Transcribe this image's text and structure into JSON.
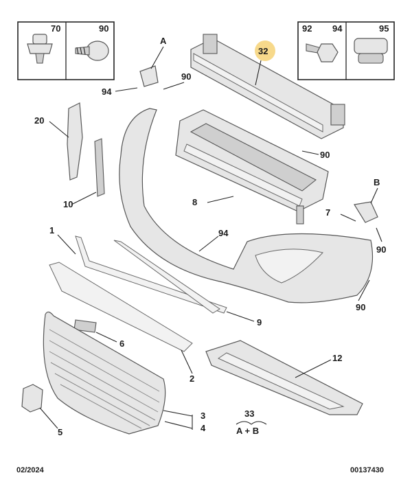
{
  "inset_left": {
    "labels": [
      "70",
      "90"
    ]
  },
  "inset_right": {
    "labels": [
      "92",
      "94",
      "95"
    ]
  },
  "callouts": [
    {
      "id": "c32",
      "text": "32",
      "highlight": true
    },
    {
      "id": "cA",
      "text": "A"
    },
    {
      "id": "c94a",
      "text": "94"
    },
    {
      "id": "c90a",
      "text": "90"
    },
    {
      "id": "c20",
      "text": "20"
    },
    {
      "id": "c90b",
      "text": "90"
    },
    {
      "id": "c10",
      "text": "10"
    },
    {
      "id": "c8",
      "text": "8"
    },
    {
      "id": "cB",
      "text": "B"
    },
    {
      "id": "c94b",
      "text": "94"
    },
    {
      "id": "c7",
      "text": "7"
    },
    {
      "id": "c1",
      "text": "1"
    },
    {
      "id": "c90c",
      "text": "90"
    },
    {
      "id": "c90d",
      "text": "90"
    },
    {
      "id": "c9",
      "text": "9"
    },
    {
      "id": "c6",
      "text": "6"
    },
    {
      "id": "c12",
      "text": "12"
    },
    {
      "id": "c2",
      "text": "2"
    },
    {
      "id": "c3",
      "text": "3"
    },
    {
      "id": "c4",
      "text": "4"
    },
    {
      "id": "c5",
      "text": "5"
    },
    {
      "id": "c33",
      "text": "33"
    }
  ],
  "kit_formula": "A + B",
  "footer": {
    "date": "02/2024",
    "code": "00137430"
  },
  "colors": {
    "highlight": "#f7d98b",
    "line": "#222222",
    "part_fill": "#e6e6e6"
  }
}
